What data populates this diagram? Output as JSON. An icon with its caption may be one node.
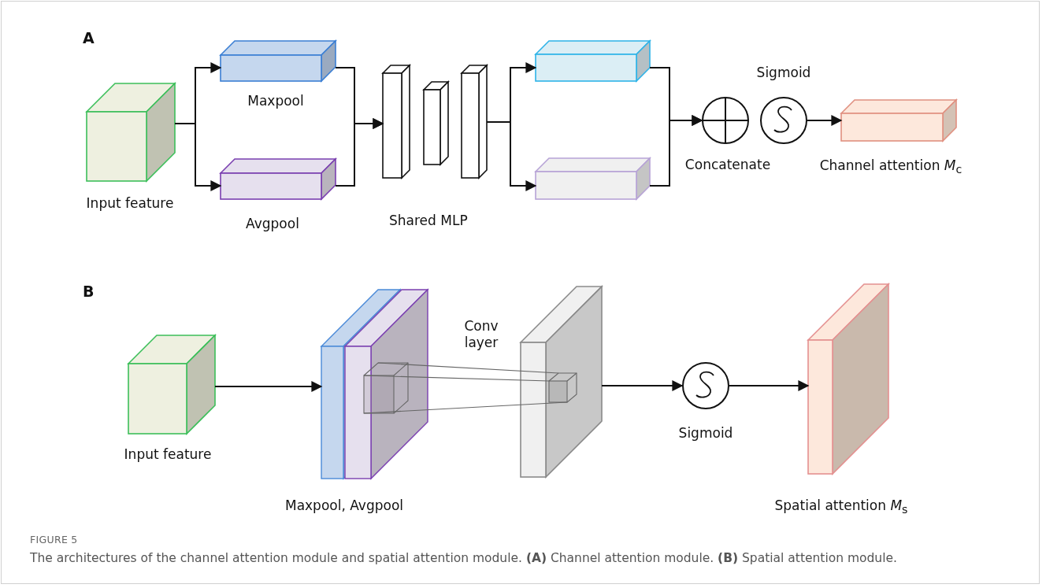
{
  "diagram": {
    "caption": "The architectures of the channel attention module and spatial attention module. **(A)** Channel attention module. **(B)** Spatial attention module.",
    "nodes": [
      {
        "text": [
          "Input feature"
        ]
      },
      {
        "text": [
          "Maxpool"
        ]
      },
      {
        "text": [
          "Avgpool"
        ]
      },
      {
        "text": [],
        "shape": "box"
      },
      {
        "text": [],
        "shape": "box"
      },
      {
        "text": [],
        "shape": "box"
      },
      {
        "text": [],
        "shape": "box"
      },
      {
        "text": [],
        "shape": "box"
      },
      {
        "text": [
          "Concatenate"
        ]
      },
      {
        "text": [
          "Sigmoid"
        ]
      },
      {
        "text": [
          "Channel attention *M*$_{c}$"
        ]
      },
      {
        "text": [
          "Input feature"
        ]
      },
      {
        "text": [
          "Maxpool, Avgpool"
        ]
      },
      {
        "text": [],
        "shape": "box"
      },
      {
        "text": [
          "Sigmoid"
        ]
      },
      {
        "text": [
          "Spatial attention *M*$_{s}$"
        ]
      }
    ],
    "edges": [
      {
        "from": 0,
        "to": 1,
        "arrow": "to"
      },
      {
        "from": 0,
        "to": 2,
        "arrow": "to"
      },
      {
        "from": 1,
        "to": 3,
        "arrow": "to"
      },
      {
        "from": 2,
        "to": 3,
        "arrow": "to"
      },
      {
        "from": 5,
        "to": 6,
        "arrow": "to"
      },
      {
        "from": 5,
        "to": 7,
        "arrow": "to"
      },
      {
        "from": 6,
        "to": 8,
        "arrow": "to"
      },
      {
        "from": 7,
        "to": 8,
        "arrow": "to"
      },
      {
        "from": 9,
        "to": 10,
        "arrow": "to"
      },
      {
        "from": 11,
        "to": 12,
        "arrow": "to"
      },
      {
        "from": 13,
        "to": 14,
        "arrow": "to"
      },
      {
        "from": 14,
        "to": 15,
        "arrow": "to"
      }
    ],
    "labels": [
      "A",
      "Shared MLP",
      "B",
      "Conv layer",
      "FIGURE 5"
    ]
  }
}
